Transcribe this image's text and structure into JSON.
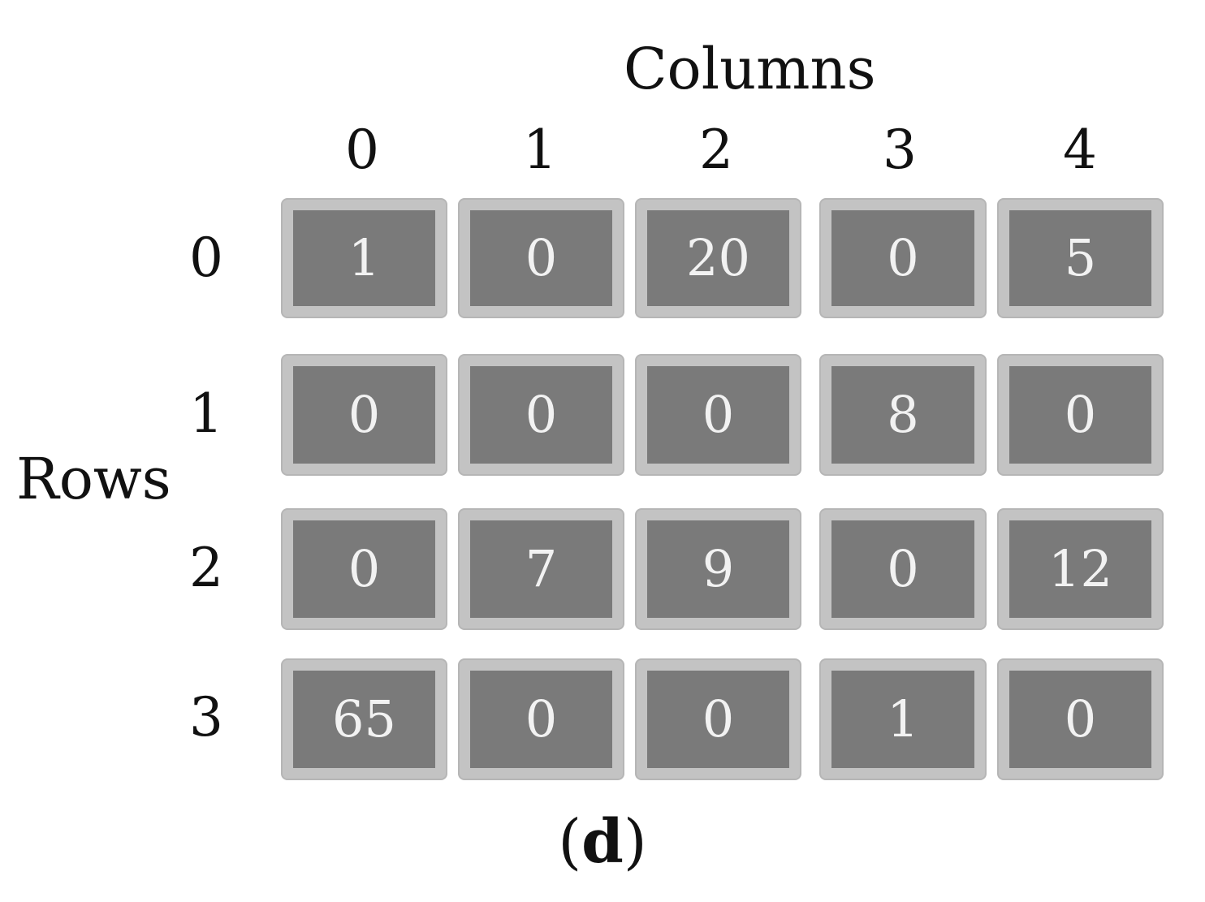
{
  "columns_title": "Columns",
  "rows_title": "Rows",
  "column_labels": [
    "0",
    "1",
    "2",
    "3",
    "4"
  ],
  "row_labels": [
    "0",
    "1",
    "2",
    "3"
  ],
  "grid": [
    [
      "1",
      "0",
      "20",
      "0",
      "5"
    ],
    [
      "0",
      "0",
      "0",
      "8",
      "0"
    ],
    [
      "0",
      "7",
      "9",
      "0",
      "12"
    ],
    [
      "65",
      "0",
      "0",
      "1",
      "0"
    ]
  ],
  "caption": {
    "open": "(",
    "letter": "d",
    "close": ")"
  },
  "colors": {
    "cell_fill": "#7a7a7a",
    "cell_border": "#c3c3c3",
    "cell_text": "#f2f2f2"
  }
}
